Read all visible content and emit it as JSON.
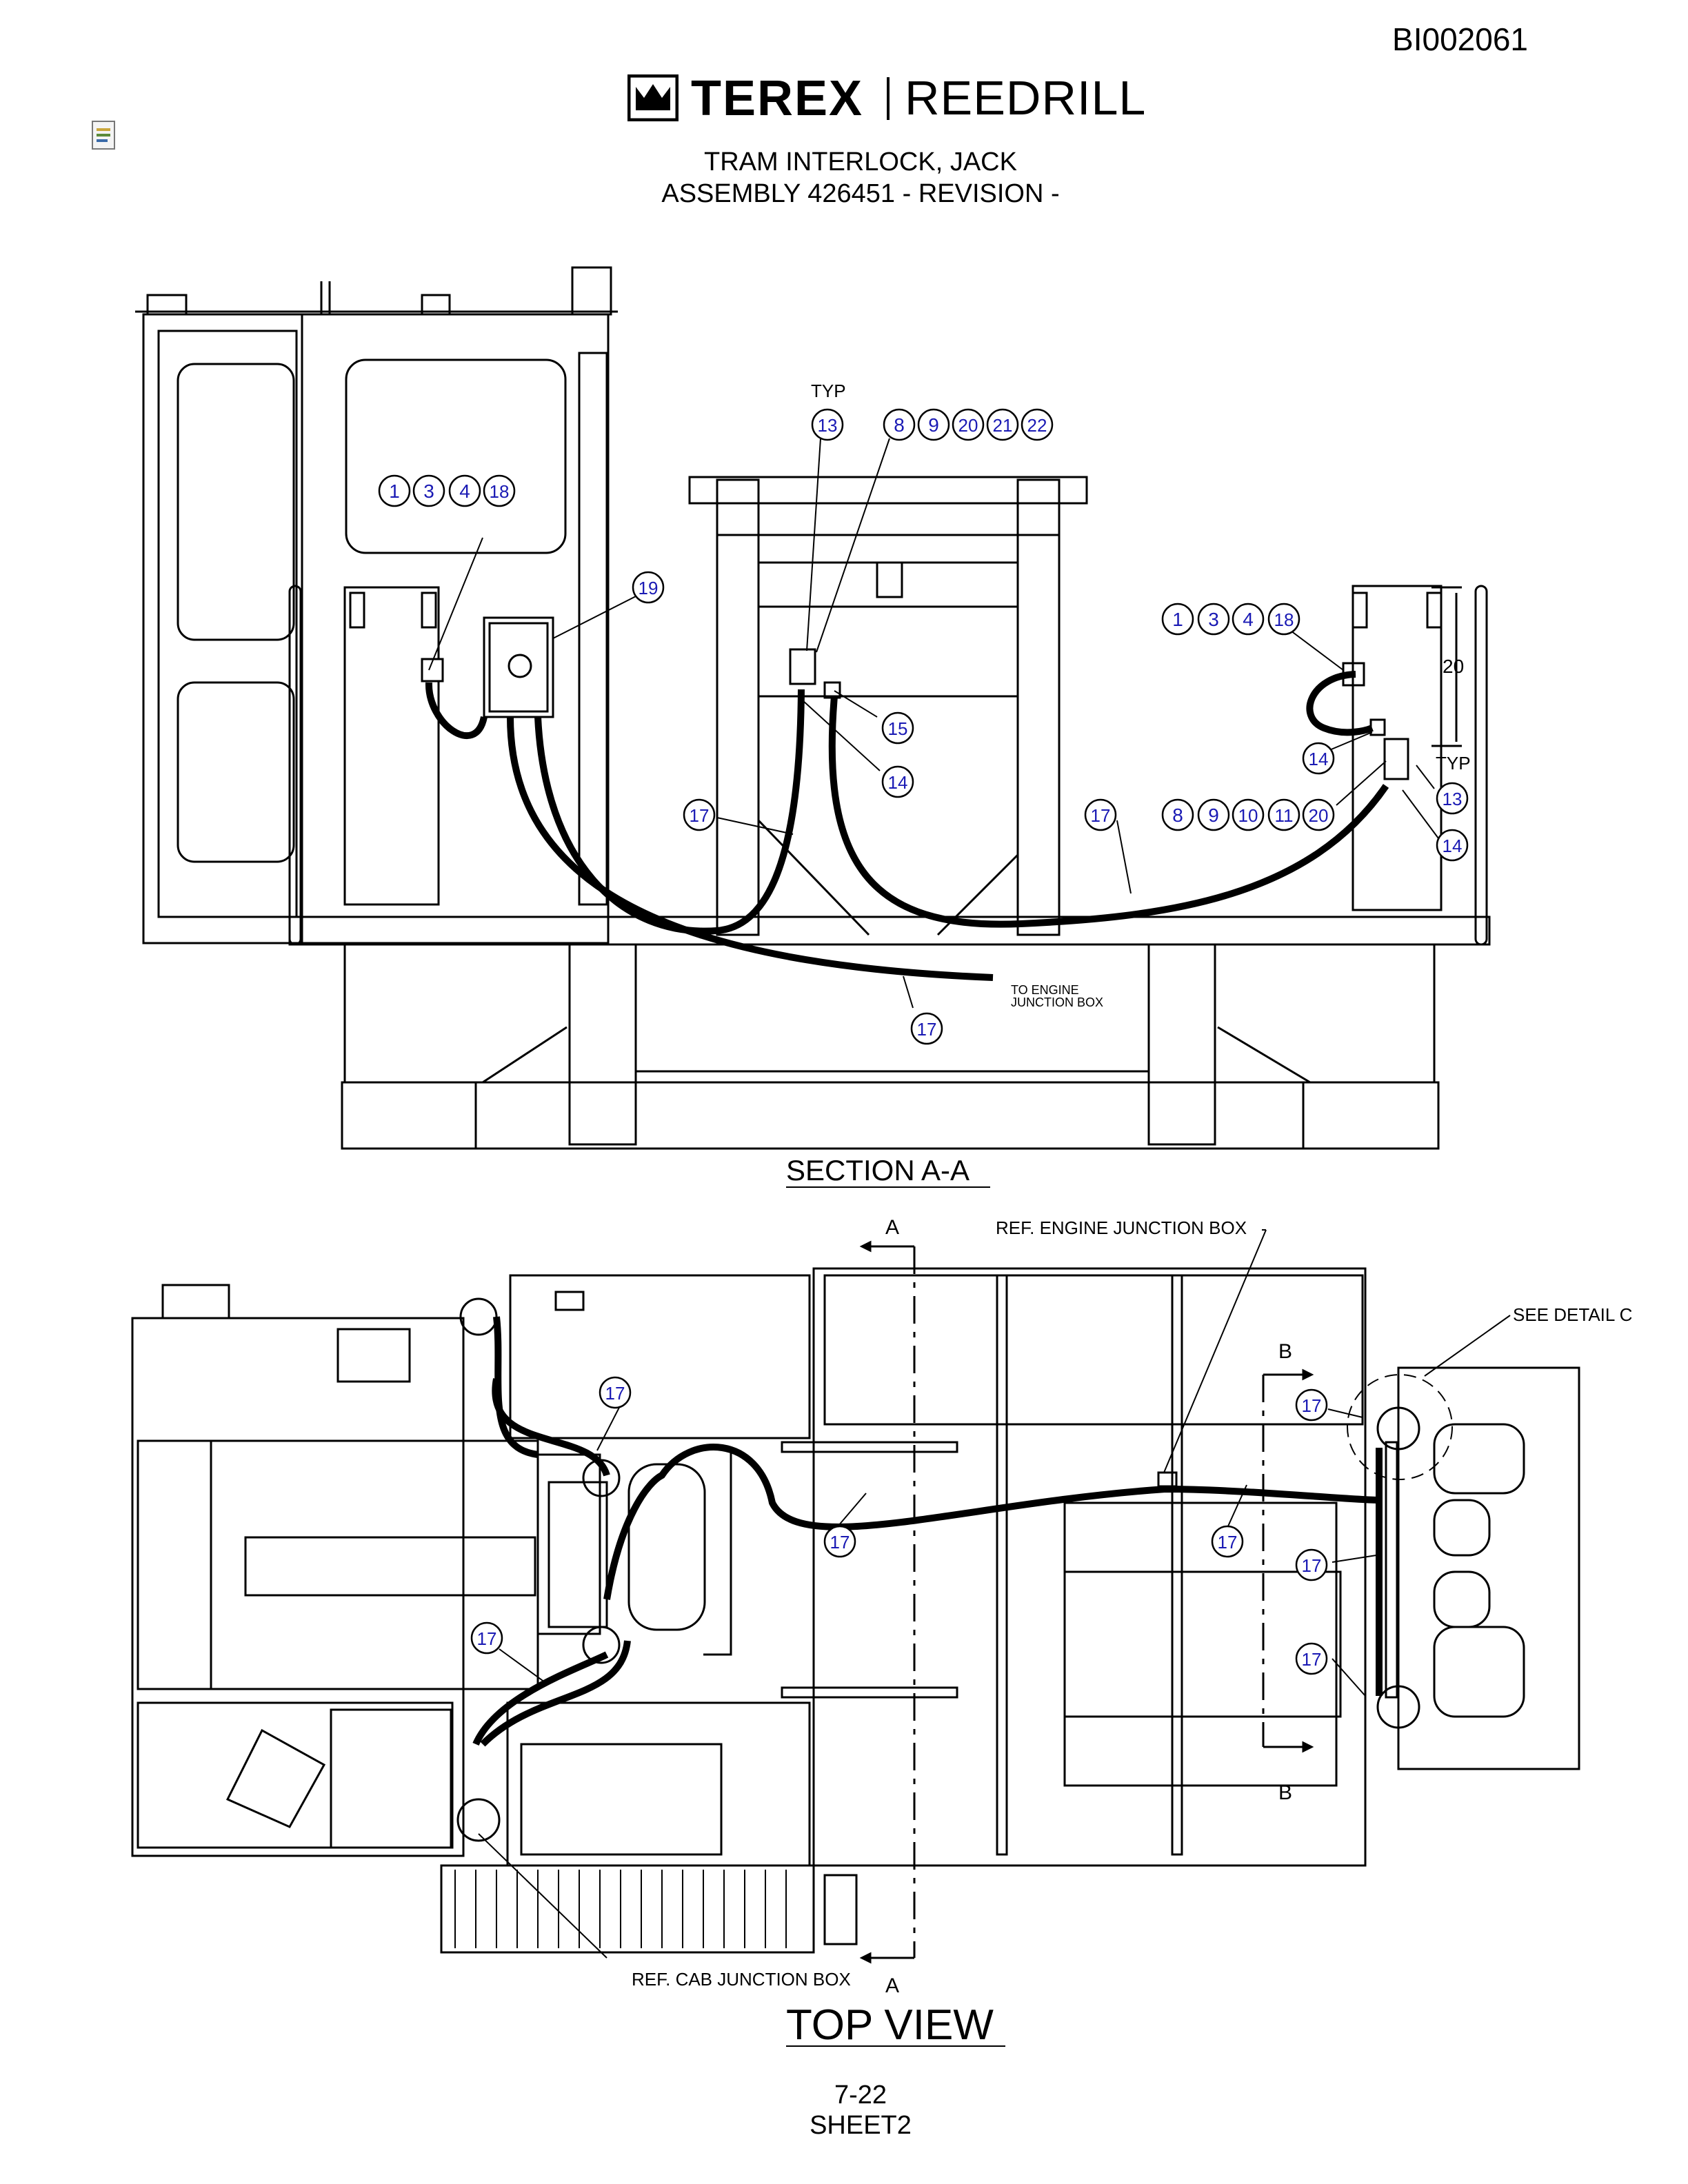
{
  "header": {
    "doc_id": "BI002061",
    "brand_left": "TEREX",
    "brand_right": "REEDRILL",
    "title_line1": "TRAM INTERLOCK, JACK",
    "title_line2": "ASSEMBLY 426451 - REVISION -"
  },
  "section_view": {
    "label": "SECTION A-A",
    "typ_label_1": "TYP",
    "typ_label_2": "TYP",
    "dimension": "20",
    "note_engine": "TO ENGINE",
    "note_junction": "JUNCTION BOX",
    "balloons": [
      "1",
      "3",
      "4",
      "18",
      "13",
      "8",
      "9",
      "20",
      "21",
      "22",
      "19",
      "15",
      "14",
      "17",
      "17",
      "17",
      "1",
      "3",
      "4",
      "18",
      "14",
      "13",
      "14",
      "8",
      "9",
      "10",
      "11",
      "20"
    ]
  },
  "top_view": {
    "label": "TOP VIEW",
    "ref_engine": "REF. ENGINE JUNCTION BOX",
    "ref_cab": "REF. CAB JUNCTION BOX",
    "see_detail": "SEE DETAIL C",
    "cut_a_top": "A",
    "cut_a_bottom": "A",
    "cut_b_top": "B",
    "cut_b_bottom": "B",
    "balloons": [
      "17",
      "17",
      "17",
      "17",
      "17",
      "17",
      "17"
    ]
  },
  "footer": {
    "page": "7-22",
    "sheet": "SHEET2"
  },
  "colors": {
    "balloon_text": "#1a1ab4",
    "line": "#000000"
  }
}
